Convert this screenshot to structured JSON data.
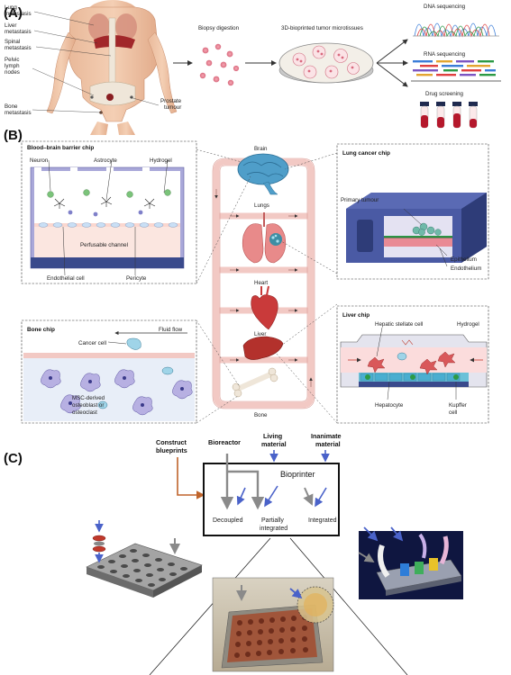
{
  "panels": {
    "a": "(A)",
    "b": "(B)",
    "c": "(C)"
  },
  "panel_a": {
    "metastasis": [
      "Lung",
      "metastasis",
      "Liver",
      "metastasis",
      "Spinal",
      "metastasis",
      "Pelvic",
      "lymph",
      "nodes",
      "Bone",
      "metastasis"
    ],
    "prostate": [
      "Prostate",
      "tumour"
    ],
    "biopsy": "Biopsy digestion",
    "microtissues": "3D-bioprinted tumor microtissues",
    "dna": "DNA sequencing",
    "rna": "RNA sequencing",
    "drug": "Drug screening"
  },
  "panel_b": {
    "bbb": {
      "title": "Blood–brain barrier chip",
      "neuron": "Neuron",
      "astrocyte": "Astrocyte",
      "hydrogel": "Hydrogel",
      "channel": "Perfusable channel",
      "endothelial": "Endothelial cell",
      "pericyte": "Pericyte"
    },
    "organs": {
      "brain": "Brain",
      "lungs": "Lungs",
      "heart": "Heart",
      "liver": "Liver",
      "bone": "Bone"
    },
    "lung_chip": {
      "title": "Lung cancer chip",
      "tumour": "Primary tumour",
      "epithelium": "Epithelium",
      "endothelium": "Endothelium"
    },
    "bone_chip": {
      "title": "Bone chip",
      "flow": "Fluid flow",
      "cancer": "Cancer cell",
      "msc": [
        "MSC-derived",
        "osteoblast or",
        "osteoclast"
      ]
    },
    "liver_chip": {
      "title": "Liver chip",
      "stellate": "Hepatic stellate cell",
      "hydrogel": "Hydrogel",
      "hepatocyte": "Hepatocyte",
      "kupffer": [
        "Kupffer",
        "cell"
      ]
    }
  },
  "panel_c": {
    "construct": [
      "Construct",
      "blueprints"
    ],
    "bioreactor": "Bioreactor",
    "living": [
      "Living",
      "material"
    ],
    "inanimate": [
      "Inanimate",
      "material"
    ],
    "bioprinter": "Bioprinter",
    "decoupled": "Decoupled",
    "partial": [
      "Partially",
      "integrated"
    ],
    "integrated": "Integrated"
  },
  "colors": {
    "arrow_blue": "#4a62c9",
    "arrow_brown": "#c0642b",
    "arrow_gray": "#8a8a8a",
    "vessel": "#f2c9c4",
    "chip_blue": "#3a4a8c"
  }
}
